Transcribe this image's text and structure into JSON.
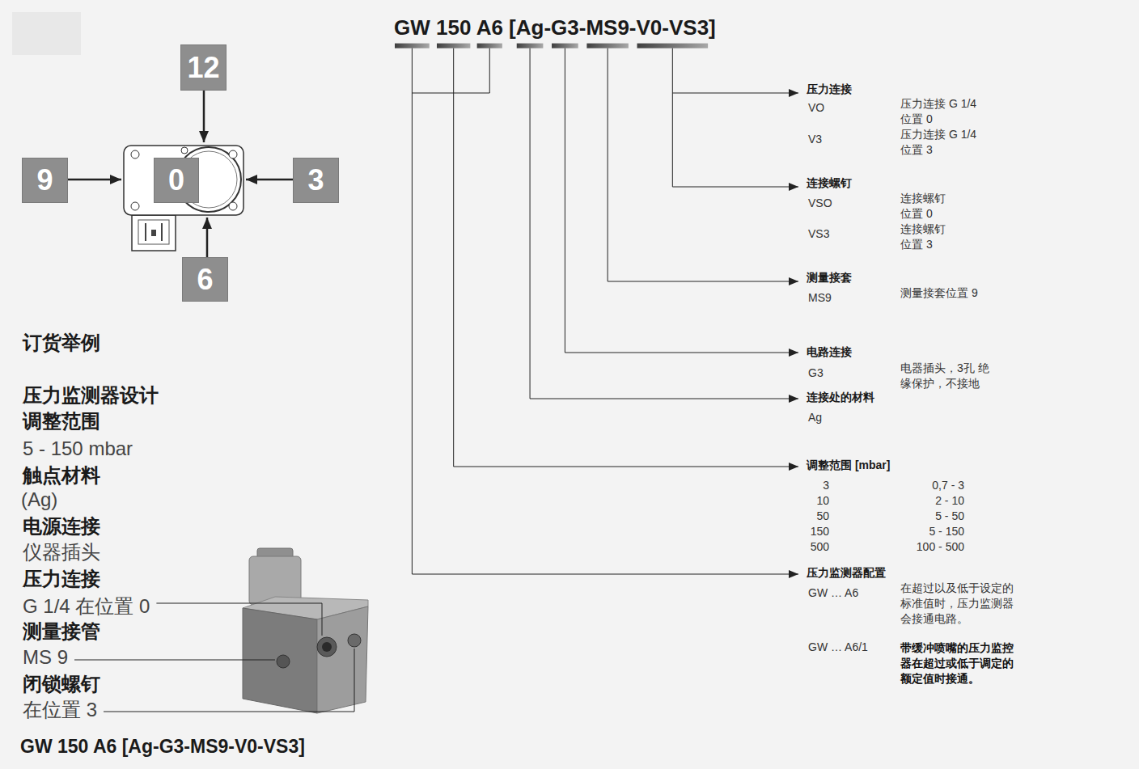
{
  "diagram": {
    "title": "GW 150 A6 [Ag-G3-MS9-V0-VS3]",
    "nodes": [
      {
        "text": [
          "12"
        ]
      },
      {
        "text": [
          "9"
        ]
      },
      {
        "text": [
          "0"
        ]
      },
      {
        "text": [
          "3"
        ]
      },
      {
        "text": [
          "6"
        ]
      }
    ],
    "labels": [
      "压力连接",
      "VO",
      "压力连接 G 1/4 位置 0",
      "V3",
      "压力连接 G 1/4 位置 3",
      "连接螺钉",
      "VSO",
      "连接螺钉 位置 0",
      "VS3",
      "连接螺钉 位置 3",
      "测量接套",
      "MS9",
      "测量接套位置 9",
      "电路连接",
      "G3",
      "电器插头，3孔 绝缘保护，不接地",
      "连接处的材料",
      "Ag",
      "调整范围 [mbar]",
      "3",
      "0,7 - 3",
      "10",
      "2 - 10",
      "50",
      "5 - 50",
      "150",
      "5 - 150",
      "500",
      "100 - 500",
      "压力监测器配置",
      "GW … A6",
      "在超过以及低于设定的 标准值时，压力监测器 会接通电路。",
      "GW … A6/1",
      "带缓冲喷嘴的压力监控 器在超过或低于调定的 额定值时接通。",
      "订货举例",
      "压力监测器设计",
      "调整范围",
      "5 - 150 mbar",
      "触点材料",
      "(Ag)",
      "电源连接",
      "仪器插头",
      "压力连接",
      "G 1/4 在位置 0",
      "测量接管",
      "MS 9",
      "闭锁螺钉",
      "在位置 3",
      "GW 150 A6 [Ag-G3-MS9-V0-VS3]"
    ]
  }
}
